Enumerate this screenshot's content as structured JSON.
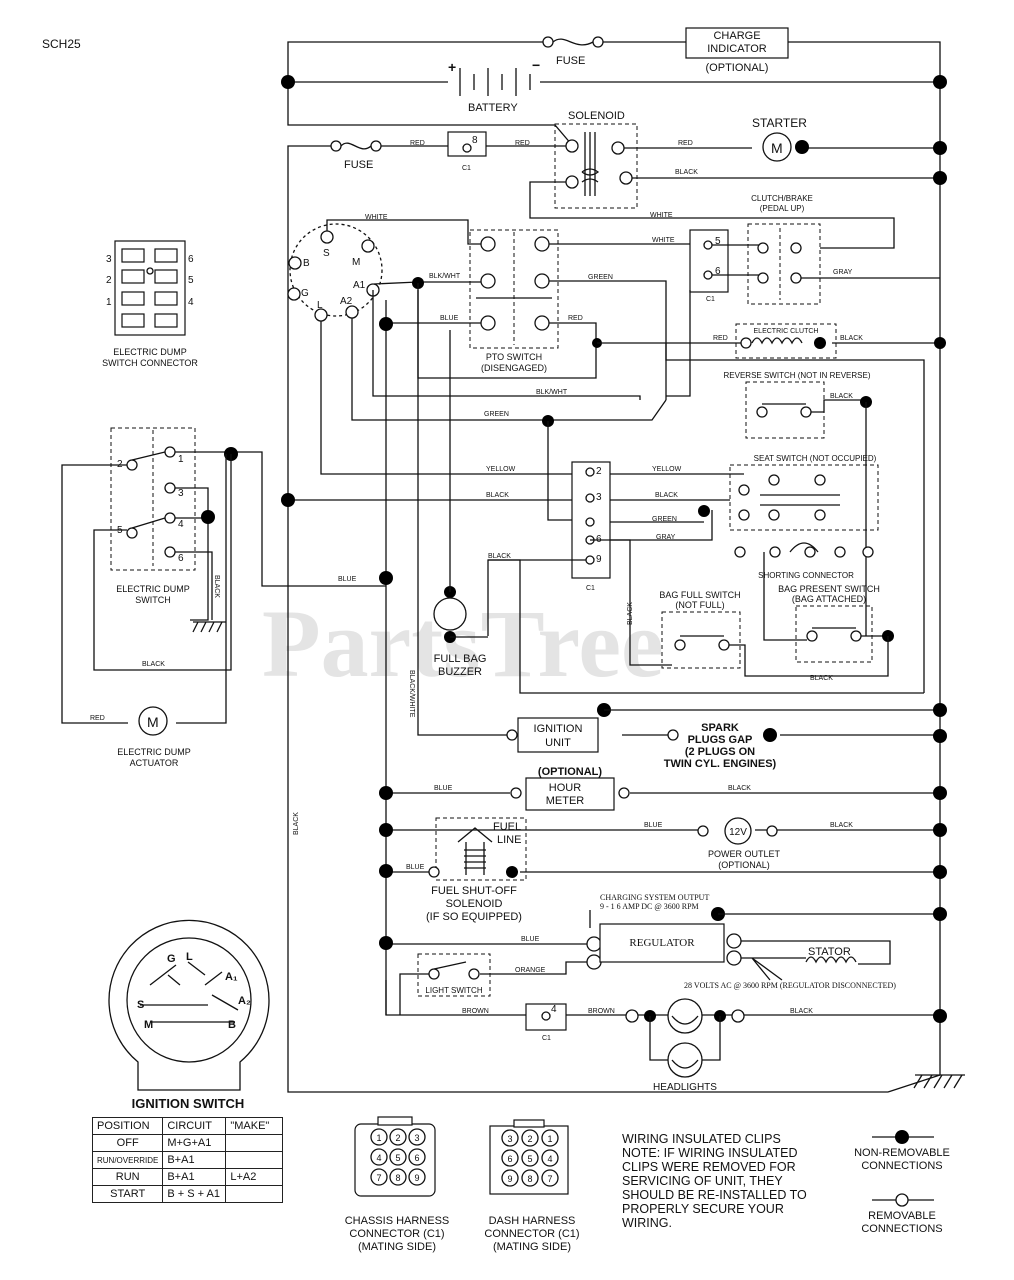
{
  "header": {
    "code": "SCH25"
  },
  "watermark": "PartsTree",
  "top": {
    "fuse": "FUSE",
    "charge_indicator": [
      "CHARGE",
      "INDICATOR"
    ],
    "charge_optional": "(OPTIONAL)",
    "battery": "BATTERY",
    "plus": "+",
    "minus": "−",
    "solenoid": "SOLENOID",
    "starter": "STARTER",
    "motor_symbol": "M",
    "fuse2": "FUSE"
  },
  "wires": {
    "red": "RED",
    "black": "BLACK",
    "white": "WHITE",
    "green": "GREEN",
    "blkwht": "BLK/WHT",
    "blue": "BLUE",
    "yellow": "YELLOW",
    "gray": "GRAY",
    "orange": "ORANGE",
    "brown": "BROWN",
    "black_white": "BLACK/WHITE"
  },
  "c1": "C1",
  "pins": {
    "p8": "8",
    "p5": "5",
    "p6": "6",
    "p2": "2",
    "p3": "3",
    "p9": "9",
    "p4": "4"
  },
  "ignition_terminals": {
    "S": "S",
    "M": "M",
    "B": "B",
    "G": "G",
    "L": "L",
    "A1": "A1",
    "A2": "A2"
  },
  "components": {
    "clutch_brake": [
      "CLUTCH/BRAKE",
      "(PEDAL UP)"
    ],
    "pto_switch": [
      "PTO SWITCH",
      "(DISENGAGED)"
    ],
    "electric_clutch": "ELECTRIC CLUTCH",
    "reverse_switch": "REVERSE SWITCH (NOT IN REVERSE)",
    "seat_switch": "SEAT SWITCH (NOT OCCUPIED)",
    "shorting_connector": "SHORTING CONNECTOR",
    "bag_present": [
      "BAG PRESENT SWITCH",
      "(BAG ATTACHED)"
    ],
    "bag_full": [
      "BAG FULL SWITCH",
      "(NOT FULL)"
    ],
    "buzzer": [
      "FULL BAG",
      "BUZZER"
    ],
    "dump_connector": [
      "ELECTRIC DUMP",
      "SWITCH CONNECTOR"
    ],
    "dump_switch": [
      "ELECTRIC DUMP",
      "SWITCH"
    ],
    "dump_actuator": [
      "ELECTRIC DUMP",
      "ACTUATOR"
    ],
    "ignition_unit": [
      "IGNITION",
      "UNIT"
    ],
    "spark": [
      "SPARK",
      "PLUGS GAP",
      "(2 PLUGS ON",
      "TWIN CYL. ENGINES)"
    ],
    "optional": "(OPTIONAL)",
    "hour_meter": [
      "HOUR",
      "METER"
    ],
    "fuel_line": [
      "FUEL",
      "LINE"
    ],
    "fuel_solenoid": [
      "FUEL SHUT-OFF",
      "SOLENOID",
      "(IF SO EQUIPPED)"
    ],
    "power_outlet": [
      "POWER OUTLET",
      "(OPTIONAL)"
    ],
    "twelve_v": "12V",
    "charging_output": [
      "CHARGING SYSTEM OUTPUT",
      "9 - 1 6 AMP DC @ 3600 RPM"
    ],
    "regulator": "REGULATOR",
    "stator": "STATOR",
    "stator_note": "28 VOLTS AC @ 3600 RPM (REGULATOR DISCONNECTED)",
    "light_switch": "LIGHT SWITCH",
    "headlights": "HEADLIGHTS"
  },
  "connector_nums": {
    "left": [
      "3",
      "2",
      "1"
    ],
    "right": [
      "6",
      "5",
      "4"
    ]
  },
  "dump_switch_nums": [
    "2",
    "1",
    "3",
    "5",
    "4",
    "6"
  ],
  "ignition_switch": {
    "title": "IGNITION SWITCH",
    "labels": {
      "G": "G",
      "L": "L",
      "A1": "A₁",
      "A2": "A₂",
      "S": "S",
      "M": "M",
      "B": "B"
    },
    "headers": [
      "POSITION",
      "CIRCUIT",
      "\"MAKE\""
    ],
    "rows": [
      {
        "position": "OFF",
        "circuit": "M+G+A1",
        "make": ""
      },
      {
        "position": "RUN/OVERRIDE",
        "circuit": "B+A1",
        "make": ""
      },
      {
        "position": "RUN",
        "circuit": "B+A1",
        "make": "L+A2"
      },
      {
        "position": "START",
        "circuit": "B + S + A1",
        "make": ""
      }
    ]
  },
  "chassis_connector": {
    "label": [
      "CHASSIS HARNESS",
      "CONNECTOR (C1)",
      "(MATING SIDE)"
    ],
    "pins": [
      "1",
      "2",
      "3",
      "4",
      "5",
      "6",
      "7",
      "8",
      "9"
    ]
  },
  "dash_connector": {
    "label": [
      "DASH HARNESS",
      "CONNECTOR (C1)",
      "(MATING SIDE)"
    ],
    "pins": [
      "3",
      "2",
      "1",
      "6",
      "5",
      "4",
      "9",
      "8",
      "7"
    ]
  },
  "note": [
    "WIRING INSULATED CLIPS",
    "NOTE: IF WIRING INSULATED",
    "CLIPS WERE REMOVED FOR",
    "SERVICING OF UNIT, THEY",
    "SHOULD BE RE-INSTALLED TO",
    "PROPERLY SECURE YOUR",
    "WIRING."
  ],
  "legend": {
    "non_removable": [
      "NON-REMOVABLE",
      "CONNECTIONS"
    ],
    "removable": [
      "REMOVABLE",
      "CONNECTIONS"
    ]
  }
}
